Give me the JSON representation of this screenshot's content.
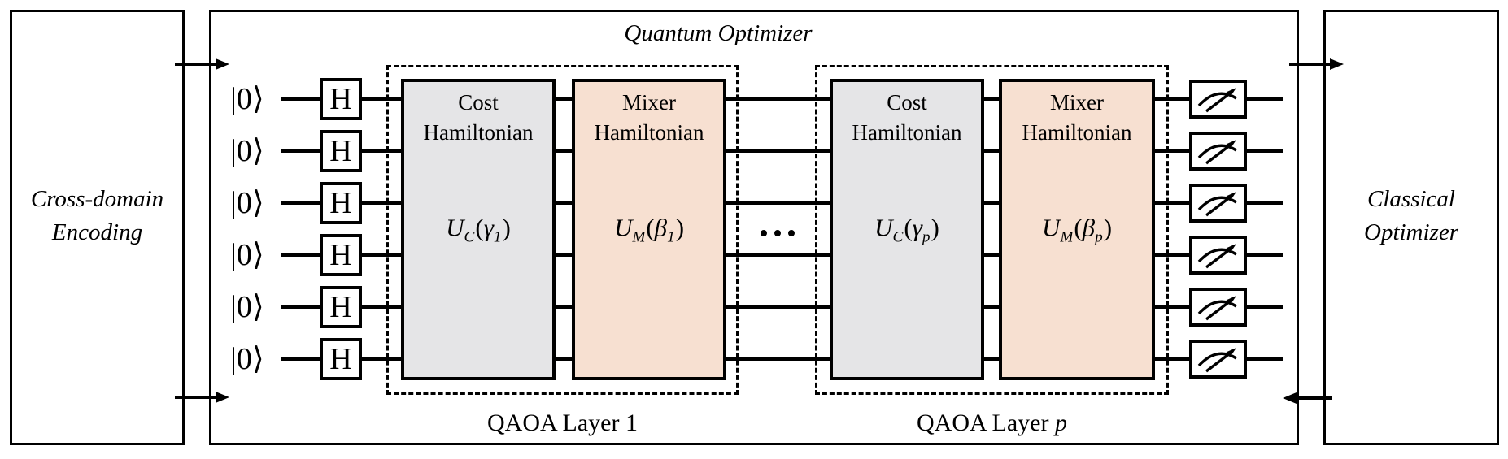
{
  "colors": {
    "ink": "#000000",
    "background": "#ffffff",
    "cost_fill": "#e5e5e7",
    "mixer_fill": "#f7e0d1"
  },
  "left_panel": {
    "line1": "Cross-domain",
    "line2": "Encoding"
  },
  "right_panel": {
    "line1": "Classical",
    "line2": "Optimizer"
  },
  "quantum": {
    "title": "Quantum Optimizer",
    "qubits": [
      {
        "state": "|0⟩",
        "gate": "H"
      },
      {
        "state": "|0⟩",
        "gate": "H"
      },
      {
        "state": "|0⟩",
        "gate": "H"
      },
      {
        "state": "|0⟩",
        "gate": "H"
      },
      {
        "state": "|0⟩",
        "gate": "H"
      },
      {
        "state": "|0⟩",
        "gate": "H"
      }
    ],
    "layers": [
      {
        "group_label": "QAOA Layer",
        "group_index": "1",
        "cost": {
          "line1": "Cost",
          "line2": "Hamiltonian",
          "op": "U",
          "op_sub": "C",
          "open": "(",
          "arg": "γ",
          "arg_sub": "1",
          "close": ")"
        },
        "mixer": {
          "line1": "Mixer",
          "line2": "Hamiltonian",
          "op": "U",
          "op_sub": "M",
          "open": "(",
          "arg": "β",
          "arg_sub": "1",
          "close": ")"
        }
      },
      {
        "group_label": "QAOA Layer",
        "group_index": "p",
        "cost": {
          "line1": "Cost",
          "line2": "Hamiltonian",
          "op": "U",
          "op_sub": "C",
          "open": "(",
          "arg": "γ",
          "arg_sub": "p",
          "close": ")"
        },
        "mixer": {
          "line1": "Mixer",
          "line2": "Hamiltonian",
          "op": "U",
          "op_sub": "M",
          "open": "(",
          "arg": "β",
          "arg_sub": "p",
          "close": ")"
        }
      }
    ]
  }
}
